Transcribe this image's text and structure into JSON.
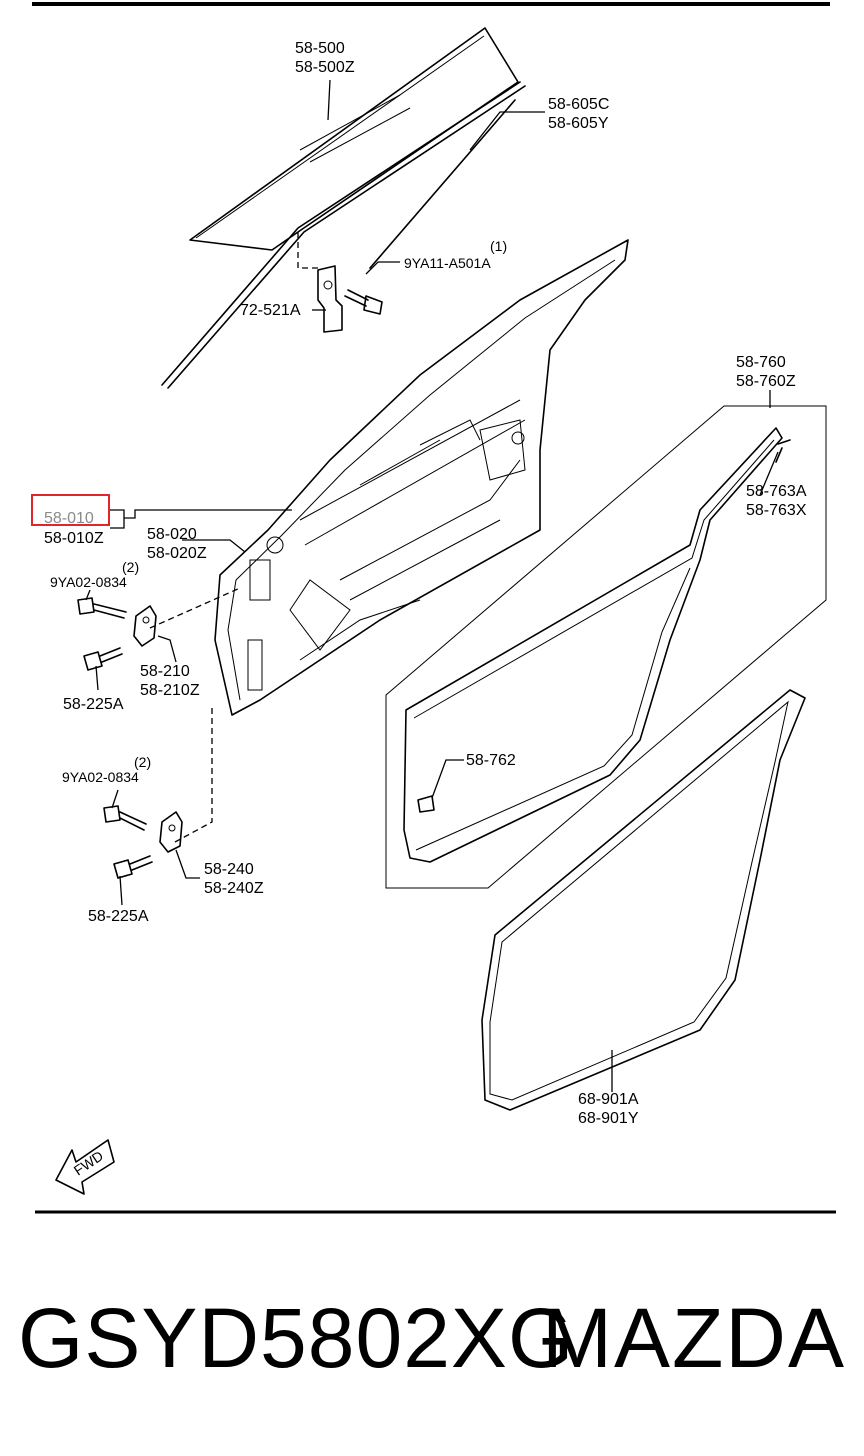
{
  "labels": {
    "glass": [
      "58-500",
      "58-500Z"
    ],
    "glass_run": [
      "58-605C",
      "58-605Y"
    ],
    "bolt_top": {
      "qty": "(1)",
      "code": "9YA11-A501A"
    },
    "bracket": "72-521A",
    "weatherstrip": [
      "58-760",
      "58-760Z"
    ],
    "weather_clip": [
      "58-763A",
      "58-763X"
    ],
    "door_selected": "58-010",
    "door_alt": "58-010Z",
    "door_panel": [
      "58-020",
      "58-020Z"
    ],
    "bolt_upper": {
      "qty": "(2)",
      "code": "9YA02-0834"
    },
    "hinge_upper": [
      "58-210",
      "58-210Z"
    ],
    "bolt_225_upper": "58-225A",
    "clip": "58-762",
    "bolt_lower": {
      "qty": "(2)",
      "code": "9YA02-0834"
    },
    "hinge_lower": [
      "58-240",
      "58-240Z"
    ],
    "bolt_225_lower": "58-225A",
    "opening_seal": [
      "68-901A",
      "68-901Y"
    ],
    "fwd": "FWD"
  },
  "highlight_color": "#e0262b",
  "footer": {
    "part_number": "GSYD5802XG",
    "brand": "MAZDA"
  }
}
